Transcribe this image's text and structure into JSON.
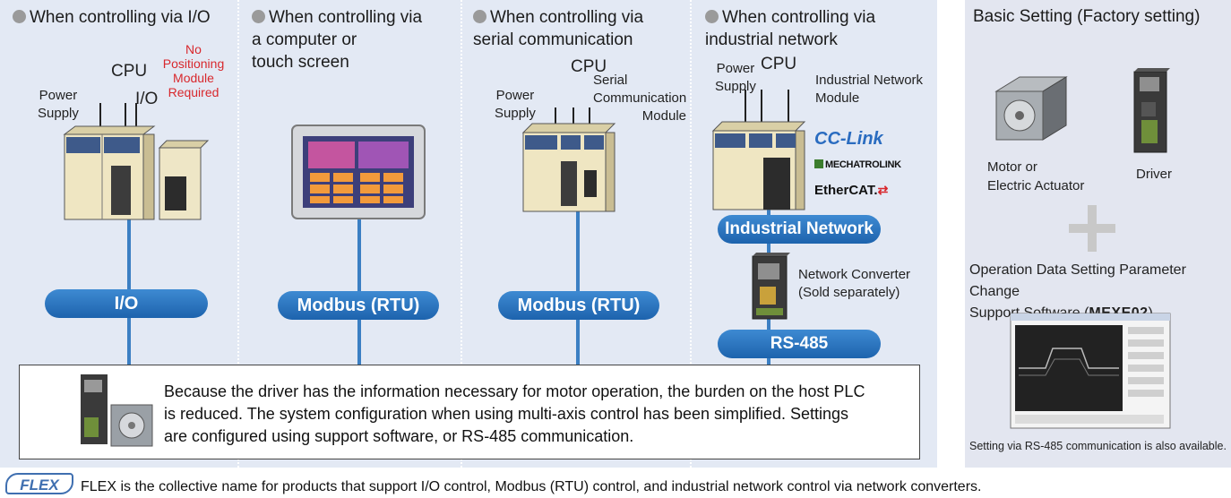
{
  "columns": [
    {
      "heading": "When controlling via I/O",
      "bus": "I/O"
    },
    {
      "heading_lines": [
        "When controlling via",
        "a computer or",
        "touch screen"
      ],
      "bus": "Modbus (RTU)"
    },
    {
      "heading_lines": [
        "When controlling via",
        "serial communication"
      ],
      "bus": "Modbus (RTU)"
    },
    {
      "heading_lines": [
        "When controlling via",
        "industrial network"
      ],
      "bus": "Industrial Network",
      "bus2": "RS-485"
    }
  ],
  "col1": {
    "cpu": "CPU",
    "io": "I/O",
    "power_lines": [
      "Power",
      "Supply"
    ],
    "no_positioning_lines": [
      "No",
      "Positioning",
      "Module",
      "Required"
    ]
  },
  "col3": {
    "cpu": "CPU",
    "power_lines": [
      "Power",
      "Supply"
    ],
    "serial_lines": [
      "Serial",
      "Communication",
      "Module"
    ]
  },
  "col4": {
    "cpu": "CPU",
    "power_lines": [
      "Power",
      "Supply"
    ],
    "network_module_lines": [
      "Industrial Network",
      "Module"
    ],
    "logos": [
      "CC-Link",
      "MECHATROLINK",
      "EtherCAT."
    ],
    "converter_lines": [
      "Network Converter",
      "(Sold separately)"
    ]
  },
  "note": {
    "lines": [
      "Because the driver has the information necessary for motor operation, the burden on the host PLC",
      "is reduced. The system configuration when using multi-axis control has been simplified. Settings",
      "are configured using support software, or RS-485 communication."
    ]
  },
  "right": {
    "title": "Basic Setting (Factory setting)",
    "motor_lines": [
      "Motor or",
      "Electric Actuator"
    ],
    "driver": "Driver",
    "software_line1": "Operation Data Setting Parameter Change",
    "software_line2_pre": "Support Software (",
    "software_name": "MEXE02",
    "software_line2_post": ")",
    "footnote": "Setting via RS-485 communication is also available."
  },
  "footer": {
    "logo": "FLEX",
    "text": "FLEX is the collective name for products that support I/O control, Modbus (RTU) control, and industrial network control via network converters."
  },
  "colors": {
    "bus_blue": "#1d63ad",
    "red_note": "#d8282d",
    "panel_bg": "#e3e9f4"
  }
}
